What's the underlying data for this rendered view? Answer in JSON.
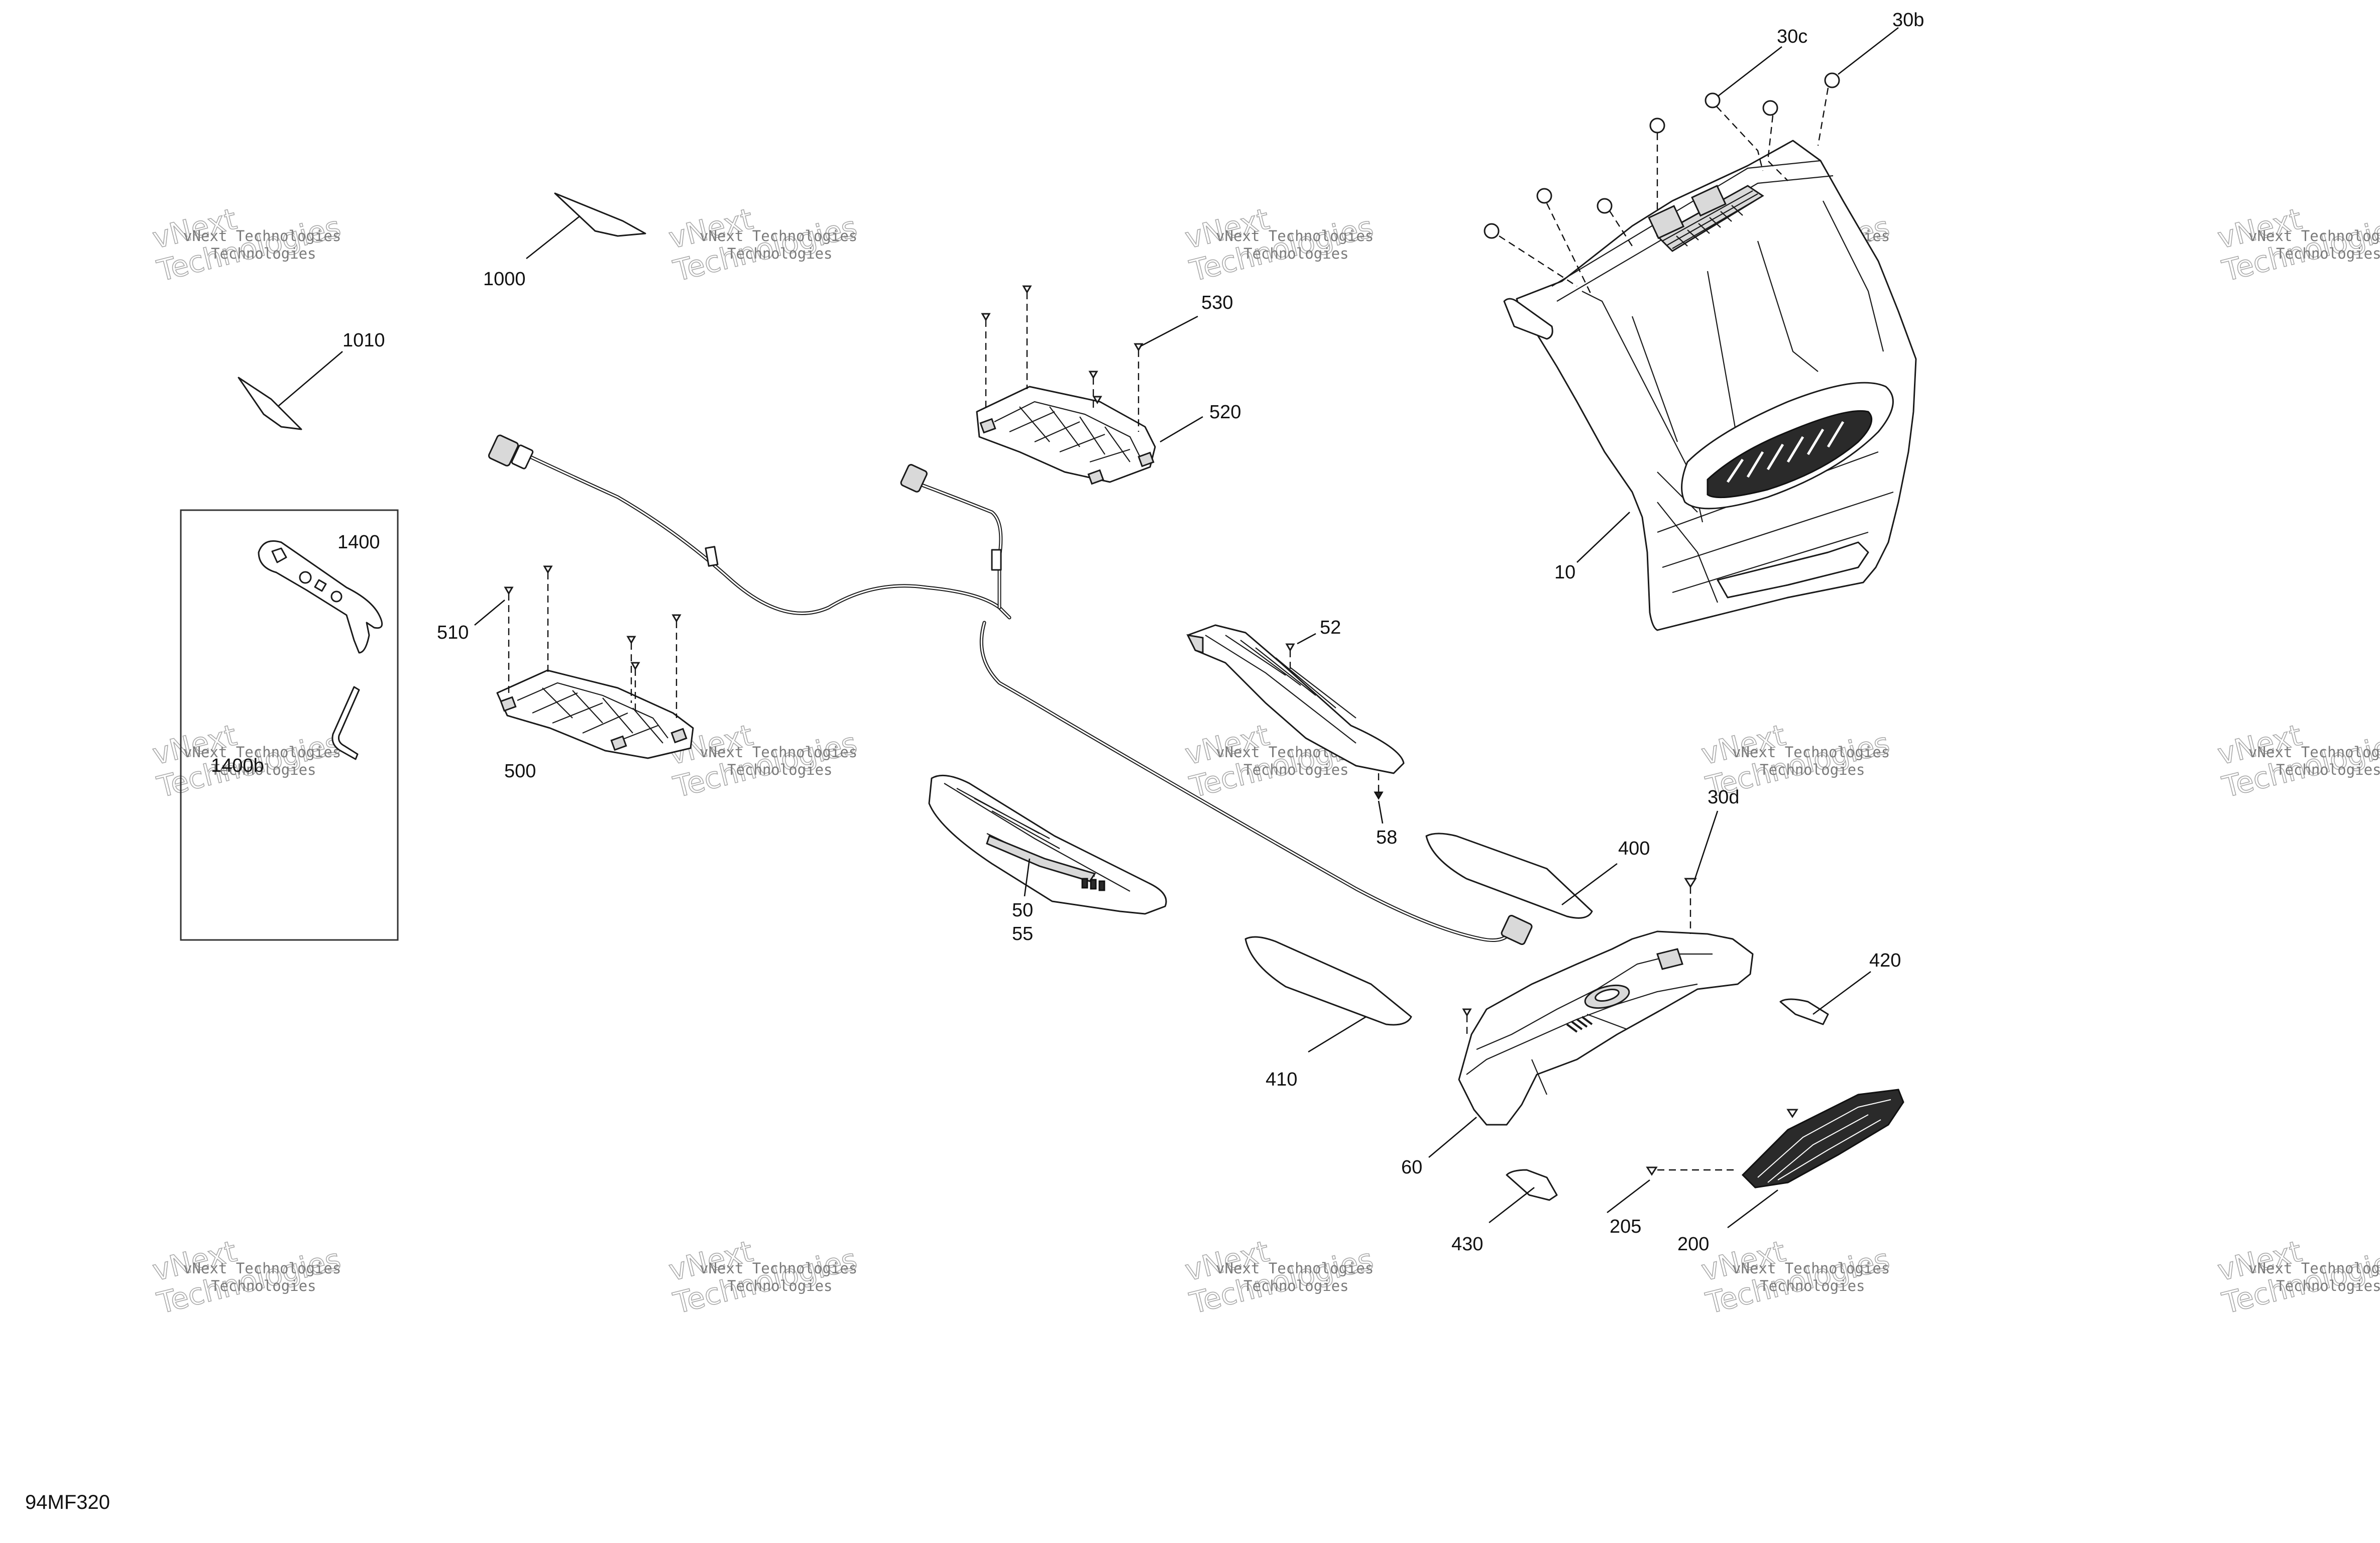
{
  "drawing_code": "94MF320",
  "watermark": {
    "line1": "vNext Technologies",
    "line2a": "vNext",
    "line2b": "Technologies"
  },
  "callouts": {
    "c10": "10",
    "c30b": "30b",
    "c30c": "30c",
    "c30d": "30d",
    "c50": "50",
    "c55": "55",
    "c52": "52",
    "c58": "58",
    "c60": "60",
    "c200": "200",
    "c205": "205",
    "c400": "400",
    "c410": "410",
    "c420": "420",
    "c430": "430",
    "c500": "500",
    "c510": "510",
    "c520": "520",
    "c530": "530",
    "c1000": "1000",
    "c1010": "1010",
    "c1400": "1400",
    "c1400b": "1400b"
  },
  "colors": {
    "line": "#1a1a1a",
    "watermark": "#7a7a7a",
    "background": "#ffffff"
  }
}
